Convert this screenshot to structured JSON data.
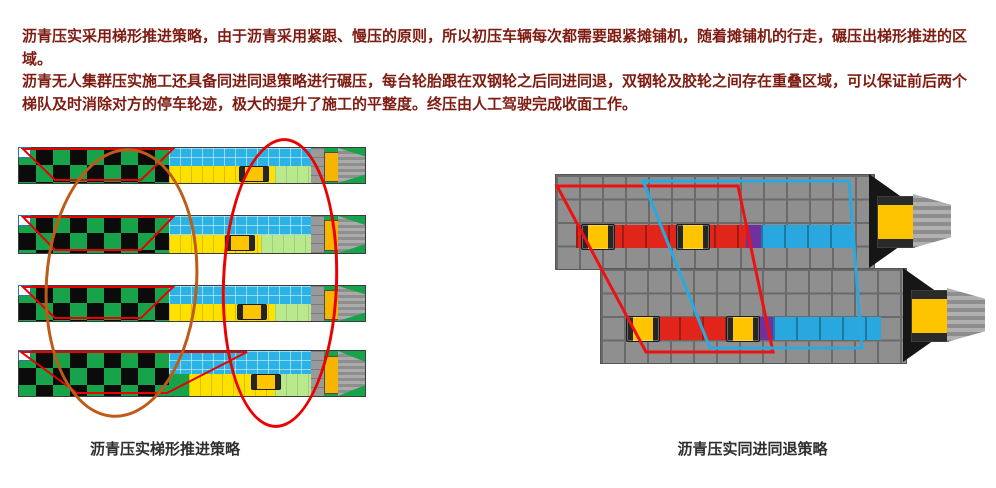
{
  "header": {
    "para1": "沥青压实采用梯形推进策略，由于沥青采用紧跟、慢压的原则，所以初压车辆每次都需要跟紧摊铺机，随着摊铺机的行走，碾压出梯形推进的区域。",
    "para2": "沥青无人集群压实施工还具备同进同退策略进行碾压，每台轮胎跟在双钢轮之后同进同退，双钢轮及胶轮之间存在重叠区域，可以保证前后两个梯队及时消除对方的停车轮迹，极大的提升了施工的平整度。终压由人工驾驶完成收面工作。"
  },
  "left_diagram": {
    "caption": "沥青压实梯形推进策略"
  },
  "right_diagram": {
    "caption": "沥青压实同进同退策略"
  },
  "palette": {
    "body_text": "#7e1c12",
    "caption_text": "#2f2f2f",
    "asphalt_green": "#17a34a",
    "cell_black": "#0b0b0b",
    "grid_blue": "#2bb3e6",
    "lane_yellow": "#ffe100",
    "lane_light_green": "#b9e98d",
    "pavement_gray": "#8f8f8f",
    "band_red": "#e1251b",
    "band_purple": "#7030a0",
    "band_blue": "#29a8e0",
    "vehicle_yellow": "#ffc400",
    "ellipse_orange": "#bf5a17",
    "ellipse_red": "#ec0000",
    "outline_red": "#ee1111",
    "outline_blue": "#2aa9e0"
  }
}
